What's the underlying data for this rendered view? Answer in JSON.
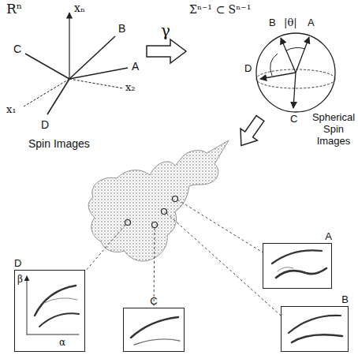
{
  "diagram": {
    "nodes": [
      {
        "text": [
          "A"
        ]
      },
      {
        "text": [
          "D",
          "β",
          "α"
        ]
      },
      {
        "text": [
          "B"
        ]
      },
      {
        "text": [
          "C"
        ]
      }
    ],
    "labels": [
      "Rⁿ",
      "xₙ",
      "B",
      "C",
      "A",
      "x₂",
      "x₁",
      "D",
      "Spin Images",
      "γ",
      "Σⁿ⁻¹ ⊂ Sⁿ⁻¹",
      "B",
      "|θ|",
      "A",
      "D",
      "C",
      "Spherical Spin Images"
    ]
  }
}
